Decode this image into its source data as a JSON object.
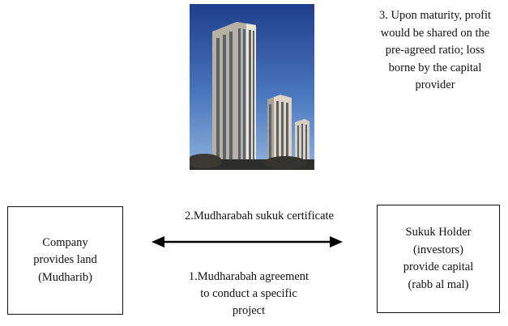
{
  "photo": {
    "icon": "building-photo",
    "colors": {
      "sky_top": "#1e3f8a",
      "sky_bottom": "#7ba3d6",
      "tower": "#e9e4d8",
      "tower_shadow": "#b9b3a6",
      "window": "#5b5f66",
      "ground": "#2d2d2a"
    }
  },
  "note": {
    "text": "3. Upon maturity, profit would be shared on the pre-agreed ratio; loss borne by the capital provider"
  },
  "company": {
    "label": "Company\nprovides land\n(Mudharib)"
  },
  "holder": {
    "label": "Sukuk Holder\n(investors)\nprovide capital\n(rabb al mal)"
  },
  "flow": {
    "certificate_label": "2.Mudharabah sukuk certificate",
    "agreement_label": "1.Mudharabah agreement\nto conduct a specific\nproject",
    "arrow_color": "#000000"
  }
}
